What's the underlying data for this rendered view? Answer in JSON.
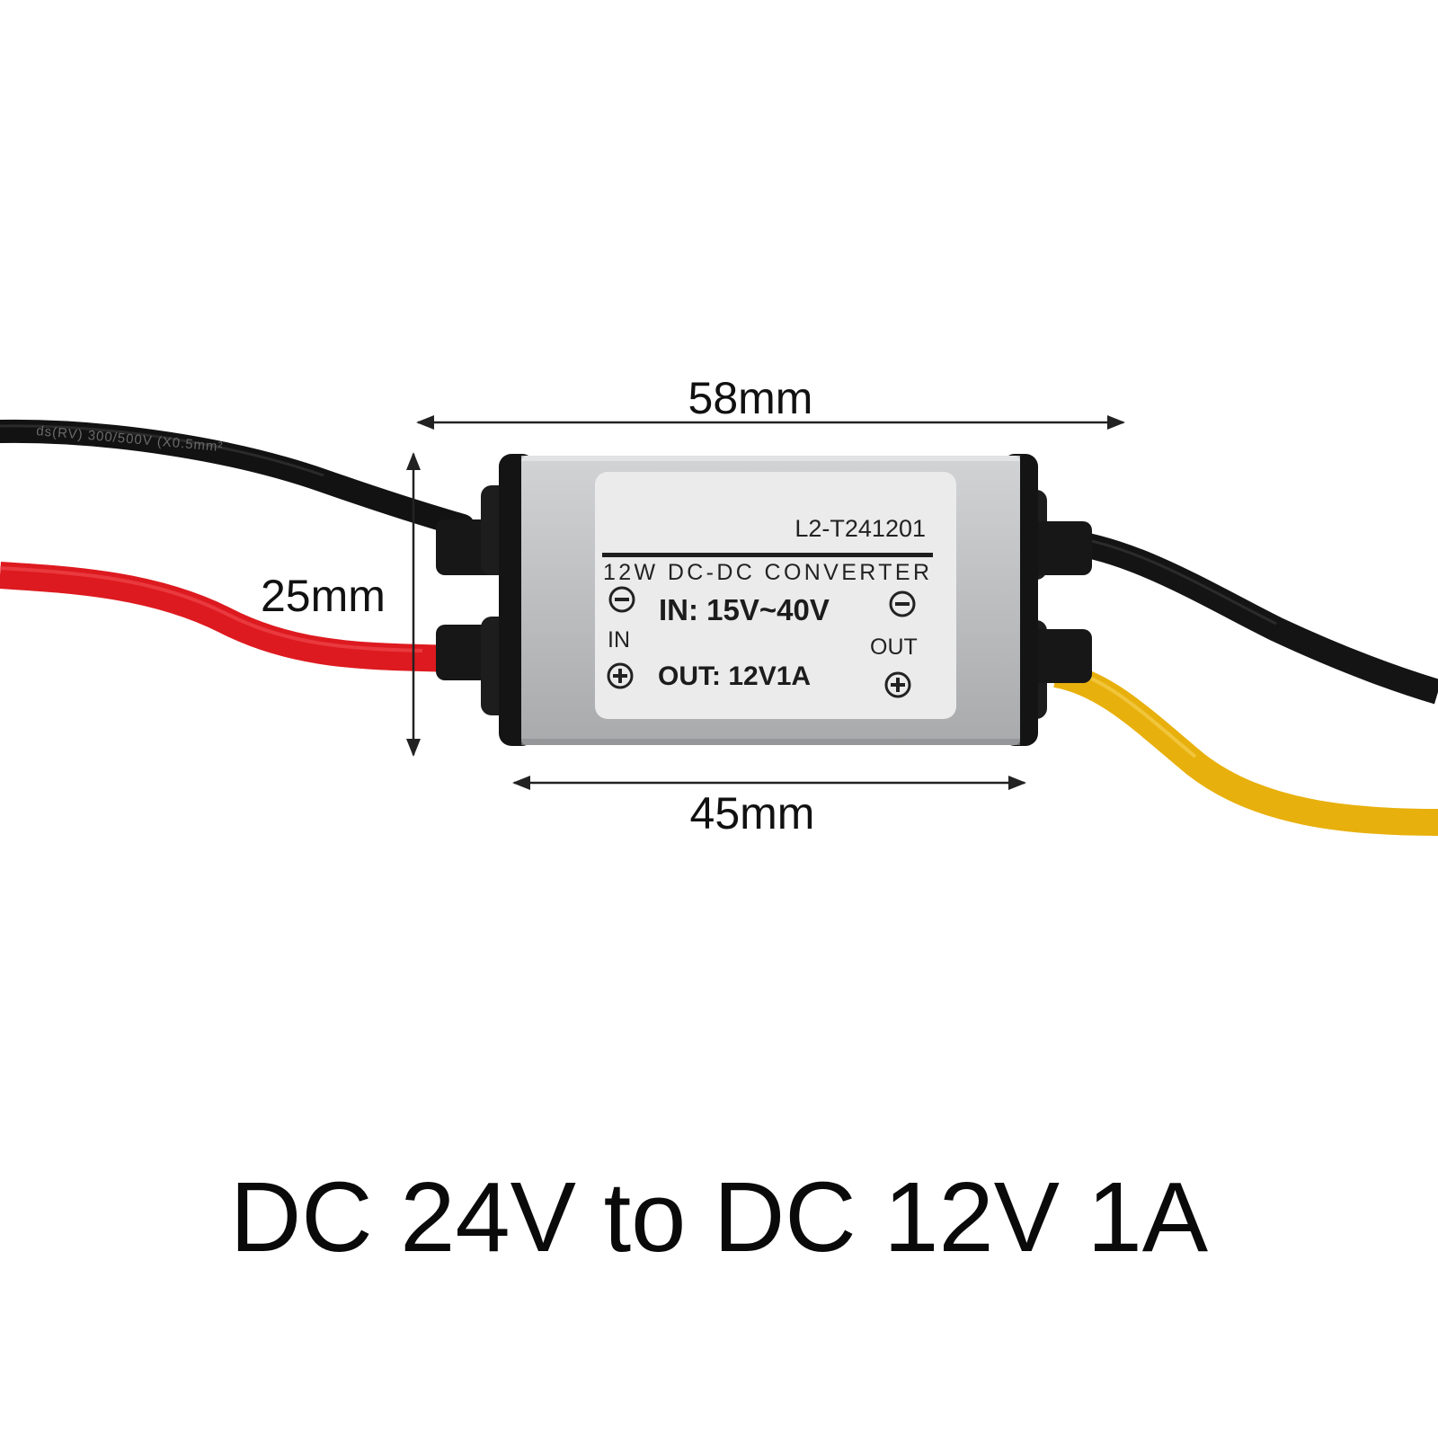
{
  "dimensions": {
    "length_total": "58mm",
    "length_body": "45mm",
    "height": "25mm"
  },
  "label": {
    "model": "L2-T241201",
    "title": "12W  DC-DC  CONVERTER",
    "input_voltage": "IN: 15V~40V",
    "output_rating": "OUT: 12V1A",
    "in_side": "IN",
    "out_side": "OUT"
  },
  "cable_print": "ds(RV)  300/500V  (X0.5mm²",
  "caption": "DC 24V to DC 12V 1A",
  "colors": {
    "wire_red": "#e0191d",
    "wire_black": "#141414",
    "wire_yellow": "#e9b20d",
    "case": "#b9babc",
    "label": "#e9e9ea"
  },
  "icons": [
    "minus-circle-icon",
    "plus-circle-icon"
  ]
}
